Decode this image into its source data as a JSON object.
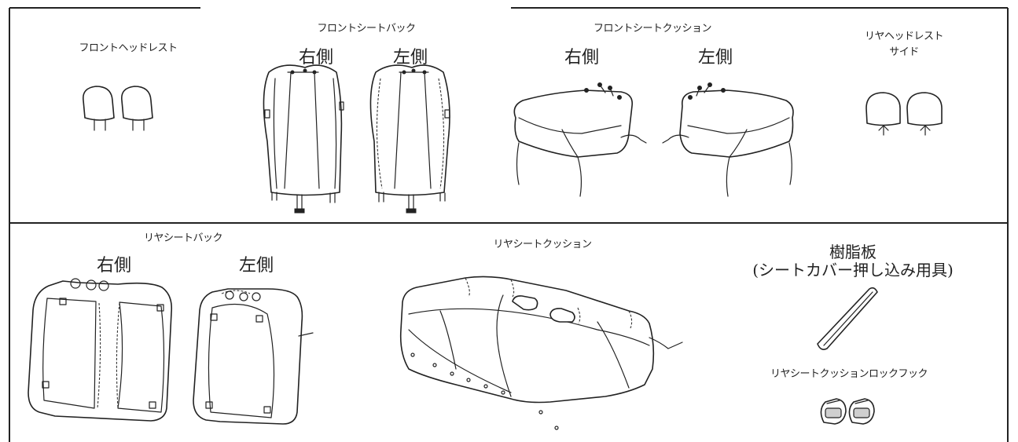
{
  "labels": {
    "front_headrest": "フロントヘッドレスト",
    "front_seatback": "フロントシートバック",
    "front_cushion": "フロントシートクッション",
    "rear_headrest_side_line1": "リヤヘッドレスト",
    "rear_headrest_side_line2": "サイド",
    "rear_seatback": "リヤシートバック",
    "rear_cushion": "リヤシートクッション",
    "resin_plate_line1": "樹脂板",
    "resin_plate_line2": "(シートカバー押し込み用具)",
    "cushion_lock_hook": "リヤシートクッションロックフック",
    "right_side": "右側",
    "left_side": "左側"
  }
}
